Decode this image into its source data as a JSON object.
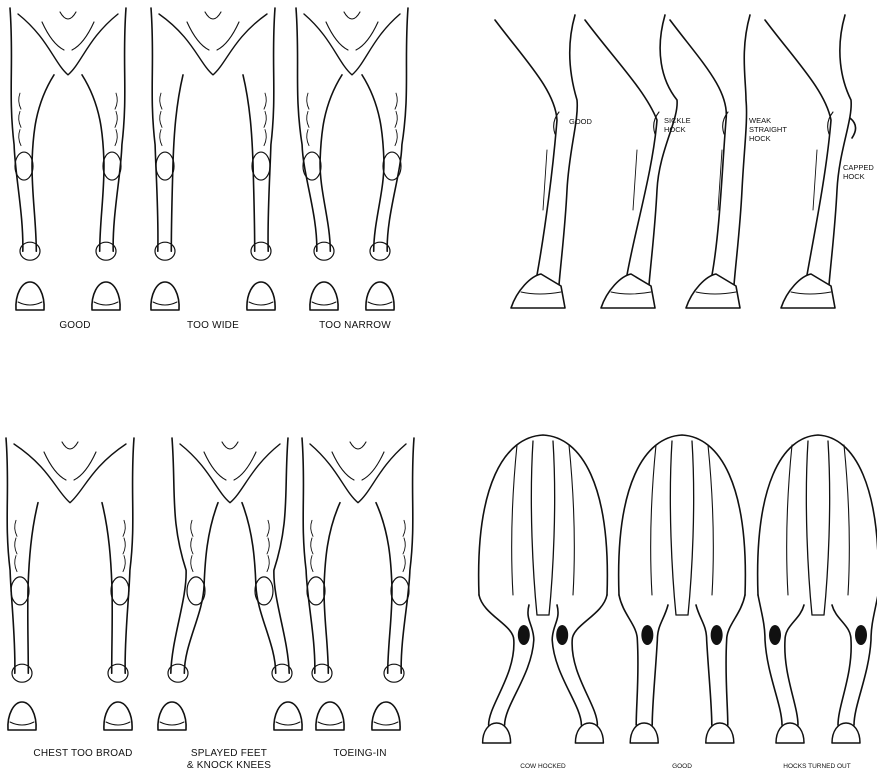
{
  "panels": {
    "front_top": {
      "labels": [
        "GOOD",
        "TOO WIDE",
        "TOO NARROW"
      ]
    },
    "hind_side": {
      "labels": [
        "GOOD",
        "SICKLE HOCK",
        "WEAK STRAIGHT HOCK",
        "CAPPED HOCK"
      ],
      "label_lines": {
        "good": [
          "GOOD"
        ],
        "sickle": [
          "SICKLE",
          "HOCK"
        ],
        "weak": [
          "WEAK",
          "STRAIGHT",
          "HOCK"
        ],
        "capped": [
          "CAPPED",
          "HOCK"
        ]
      }
    },
    "front_bottom": {
      "labels": [
        "CHEST TOO BROAD",
        "SPLAYED FEET & KNOCK KNEES",
        "TOEING-IN"
      ],
      "label_lines": {
        "chest": [
          "CHEST TOO BROAD"
        ],
        "splayed": [
          "SPLAYED FEET",
          "& KNOCK KNEES"
        ],
        "toeing": [
          "TOEING-IN"
        ]
      }
    },
    "hind_rear": {
      "labels": [
        "COW HOCKED",
        "GOOD",
        "HOCKS TURNED OUT"
      ]
    }
  },
  "colors": {
    "line": "#111111",
    "fill": "#ffffff",
    "mark": "#111111"
  }
}
